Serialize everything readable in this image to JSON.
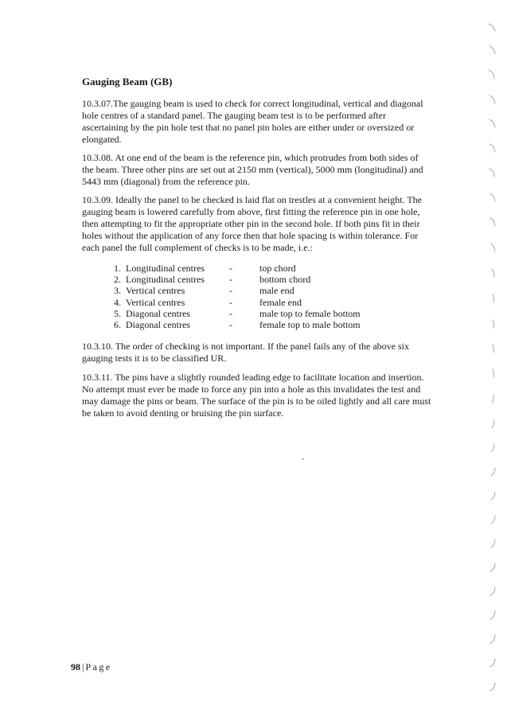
{
  "heading": "Gauging Beam (GB)",
  "paragraphs": {
    "p1": "10.3.07.The gauging beam is used to check for correct longitudinal, vertical and diagonal hole centres of a standard panel. The gauging beam test is to be performed after ascertaining by the pin hole test that no panel pin holes are either under or oversized or elongated.",
    "p2": "10.3.08. At one end of the beam is the reference pin, which protrudes from both sides of the beam. Three other pins are set out at 2150 mm (vertical), 5000 mm (longitudinal) and 5443 mm (diagonal) from the reference pin.",
    "p3": "10.3.09. Ideally the panel to be checked is laid flat on trestles at a convenient height. The gauging beam is lowered carefully from above, first fitting the reference pin in one hole, then attempting to fit the appropriate other pin in the second hole. If both pins fit in their holes without the application of any force then that hole spacing is within tolerance. For each panel the full complement of checks is to be made, i.e.:",
    "p4": "10.3.10. The order of checking is not important. If the panel fails any of the above six gauging tests it is to be classified UR.",
    "p5": "10.3.11. The pins have a slightly rounded leading edge to facilitate location and insertion. No attempt must ever be made to force any pin into a hole as this invalidates the test and may damage the pins or beam. The surface of the pin is to be oiled lightly and all care must be taken to avoid denting or bruising the pin surface."
  },
  "checks": [
    {
      "num": "1.",
      "item": "Longitudinal centres",
      "dash": "-",
      "desc": "top chord"
    },
    {
      "num": "2.",
      "item": "Longitudinal centres",
      "dash": "-",
      "desc": "bottom chord"
    },
    {
      "num": "3.",
      "item": "Vertical centres",
      "dash": "-",
      "desc": "male end"
    },
    {
      "num": "4.",
      "item": "Vertical centres",
      "dash": "-",
      "desc": "female end"
    },
    {
      "num": "5.",
      "item": "Diagonal centres",
      "dash": "-",
      "desc": "male top to female bottom"
    },
    {
      "num": "6.",
      "item": "Diagonal centres",
      "dash": "-",
      "desc": "female top to male bottom"
    }
  ],
  "footer": {
    "page_number": "98",
    "separator": "|",
    "page_label": "Page"
  }
}
